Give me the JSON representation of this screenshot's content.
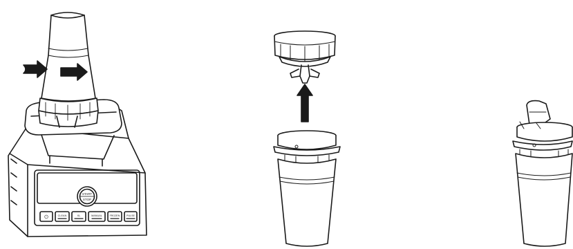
{
  "colors": {
    "stroke": "#1a1a1a",
    "fill": "#ffffff",
    "arrow": "#1a1a1a"
  },
  "blender": {
    "start_stop_top": "START",
    "start_stop_bottom": "STOP",
    "program_buttons": [
      "⏻",
      "CLEAN",
      "XL",
      "MANUAL",
      "FROZEN",
      "PULSE"
    ]
  },
  "icons": {
    "twist_arrow_left": "arrow-right-icon",
    "twist_arrow_right": "arrow-right-icon",
    "lift_arrow": "arrow-up-icon"
  }
}
